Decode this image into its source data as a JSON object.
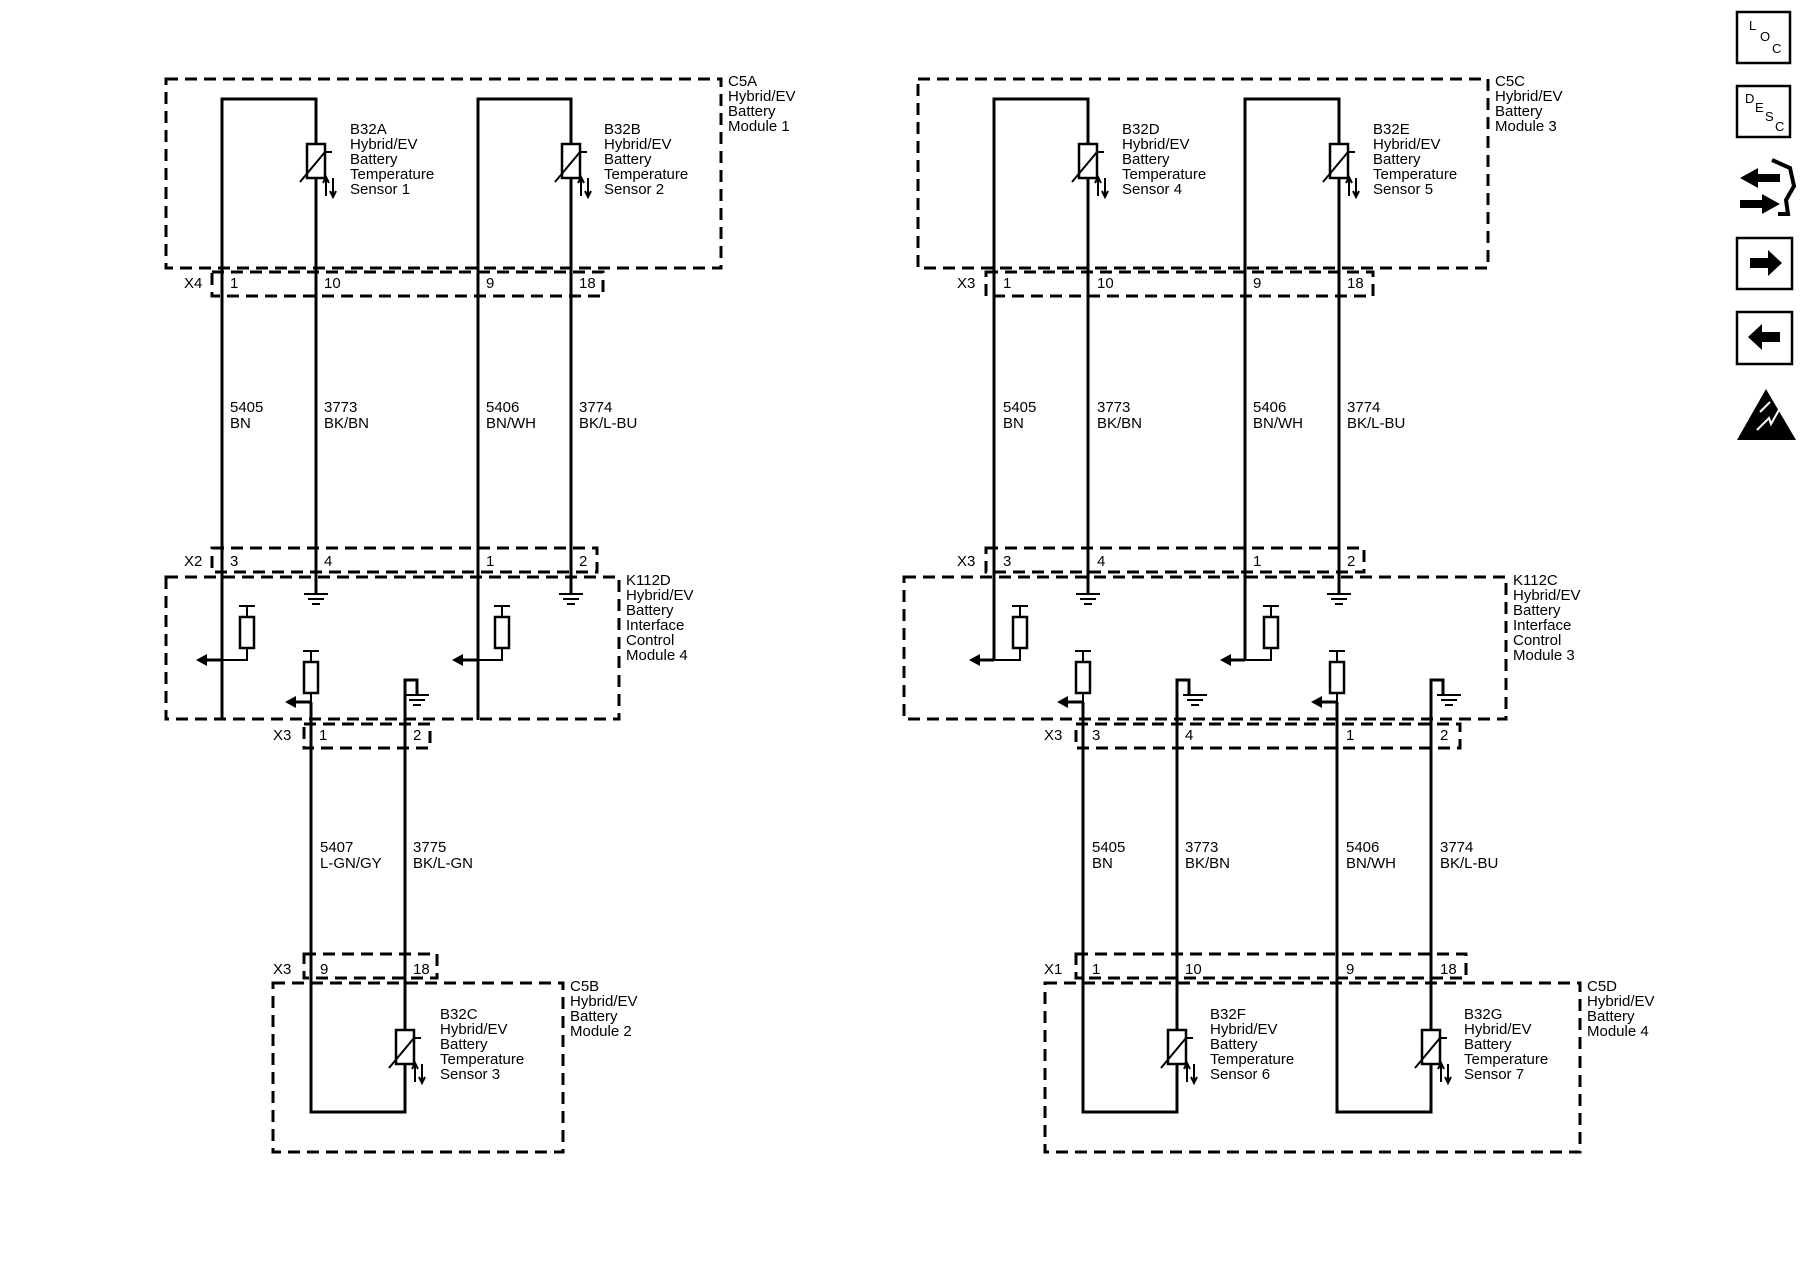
{
  "modules": {
    "c5a": [
      "C5A",
      "Hybrid/EV",
      "Battery",
      "Module 1"
    ],
    "c5b": [
      "C5B",
      "Hybrid/EV",
      "Battery",
      "Module 2"
    ],
    "c5c": [
      "C5C",
      "Hybrid/EV",
      "Battery",
      "Module 3"
    ],
    "c5d": [
      "C5D",
      "Hybrid/EV",
      "Battery",
      "Module 4"
    ],
    "k112d": [
      "K112D",
      "Hybrid/EV",
      "Battery",
      "Interface",
      "Control",
      "Module 4"
    ],
    "k112c": [
      "K112C",
      "Hybrid/EV",
      "Battery",
      "Interface",
      "Control",
      "Module 3"
    ]
  },
  "sensors": {
    "b32a": [
      "B32A",
      "Hybrid/EV",
      "Battery",
      "Temperature",
      "Sensor 1"
    ],
    "b32b": [
      "B32B",
      "Hybrid/EV",
      "Battery",
      "Temperature",
      "Sensor 2"
    ],
    "b32c": [
      "B32C",
      "Hybrid/EV",
      "Battery",
      "Temperature",
      "Sensor 3"
    ],
    "b32d": [
      "B32D",
      "Hybrid/EV",
      "Battery",
      "Temperature",
      "Sensor 4"
    ],
    "b32e": [
      "B32E",
      "Hybrid/EV",
      "Battery",
      "Temperature",
      "Sensor 5"
    ],
    "b32f": [
      "B32F",
      "Hybrid/EV",
      "Battery",
      "Temperature",
      "Sensor 6"
    ],
    "b32g": [
      "B32G",
      "Hybrid/EV",
      "Battery",
      "Temperature",
      "Sensor 7"
    ]
  },
  "connectors": {
    "left_top": "X4",
    "left_mid": "X2",
    "left_k_bottom": "X3",
    "left_c5b": "X3",
    "right_top": "X3",
    "right_mid": "X3",
    "right_k_bottom": "X3",
    "right_c5d": "X1"
  },
  "pins": {
    "left_top": [
      "1",
      "10",
      "9",
      "18"
    ],
    "left_mid": [
      "3",
      "4",
      "1",
      "2"
    ],
    "left_k_bottom": [
      "1",
      "2"
    ],
    "left_c5b": [
      "9",
      "18"
    ],
    "right_top": [
      "1",
      "10",
      "9",
      "18"
    ],
    "right_mid": [
      "3",
      "4",
      "1",
      "2"
    ],
    "right_k_bottom": [
      "3",
      "4",
      "1",
      "2"
    ],
    "right_c5d": [
      "1",
      "10",
      "9",
      "18"
    ]
  },
  "wires": {
    "left_top": [
      [
        "5405",
        "BN"
      ],
      [
        "3773",
        "BK/BN"
      ],
      [
        "5406",
        "BN/WH"
      ],
      [
        "3774",
        "BK/L-BU"
      ]
    ],
    "left_bottom": [
      [
        "5407",
        "L-GN/GY"
      ],
      [
        "3775",
        "BK/L-GN"
      ]
    ],
    "right_top": [
      [
        "5405",
        "BN"
      ],
      [
        "3773",
        "BK/BN"
      ],
      [
        "5406",
        "BN/WH"
      ],
      [
        "3774",
        "BK/L-BU"
      ]
    ],
    "right_bottom": [
      [
        "5405",
        "BN"
      ],
      [
        "3773",
        "BK/BN"
      ],
      [
        "5406",
        "BN/WH"
      ],
      [
        "3774",
        "BK/L-BU"
      ]
    ]
  },
  "nav": {
    "loc": [
      "L",
      "O",
      "C"
    ],
    "desc": [
      "D",
      "E",
      "S",
      "C"
    ]
  }
}
